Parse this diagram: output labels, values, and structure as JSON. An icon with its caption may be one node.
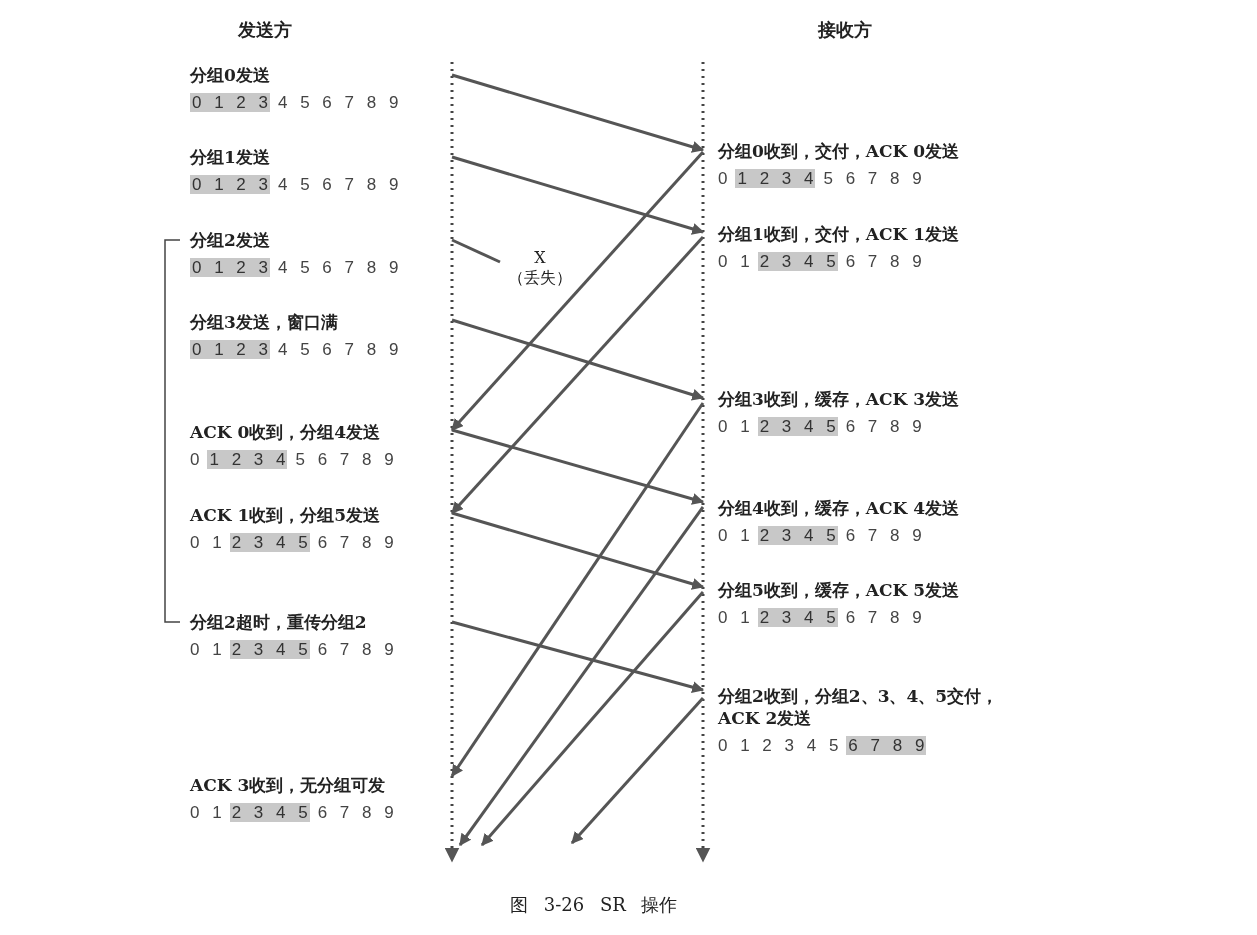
{
  "diagram": {
    "caption": "图 3-26 SR 操作",
    "nodes": [
      {
        "text": [
          "分组0发送",
          "4 5 6 7 8 9"
        ]
      },
      {
        "text": [
          "0 1 2 3"
        ],
        "in": 0
      },
      {
        "text": [
          "分组1发送",
          "4 5 6 7 8 9"
        ]
      },
      {
        "text": [
          "0 1 2 3"
        ],
        "in": 2
      },
      {
        "text": [
          "分组2发送",
          "4 5 6 7 8 9"
        ]
      },
      {
        "text": [
          "0 1 2 3"
        ],
        "in": 4
      },
      {
        "text": [
          "分组3发送，窗口满",
          "4 5 6 7 8 9"
        ]
      },
      {
        "text": [
          "0 1 2 3"
        ],
        "in": 6
      },
      {
        "text": [
          "ACK 0收到，分组4发送",
          "0",
          "5 6 7 8 9"
        ]
      },
      {
        "text": [
          "1 2 3 4"
        ],
        "in": 8
      },
      {
        "text": [
          "ACK 1收到，分组5发送",
          "0 1",
          "6 7 8 9"
        ]
      },
      {
        "text": [
          "2 3 4 5"
        ],
        "in": 10
      },
      {
        "text": [
          "分组2超时，重传分组2",
          "0 1",
          "6 7 8 9"
        ]
      },
      {
        "text": [
          "2 3 4 5"
        ],
        "in": 12
      },
      {
        "text": [
          "ACK 3收到，无分组可发",
          "0 1",
          "6 7 8 9"
        ]
      },
      {
        "text": [
          "2 3 4 5"
        ],
        "in": 14
      },
      {
        "text": [
          "X",
          "（丢失）"
        ]
      },
      {
        "text": [
          "分组0收到，交付，ACK 0发送",
          "0",
          "5 6 7 8 9"
        ]
      },
      {
        "text": [
          "1 2 3 4"
        ],
        "in": 17
      },
      {
        "text": [
          "分组1收到，交付，ACK 1发送",
          "0 1",
          "6 7 8 9"
        ]
      },
      {
        "text": [
          "2 3 4 5"
        ],
        "in": 19
      },
      {
        "text": [
          "分组3收到，缓存，ACK 3发送",
          "0 1",
          "6 7 8 9"
        ]
      },
      {
        "text": [
          "2 3 4 5"
        ],
        "in": 21
      },
      {
        "text": [
          "分组4收到，缓存，ACK 4发送",
          "0 1",
          "6 7 8 9"
        ]
      },
      {
        "text": [
          "2 3 4 5"
        ],
        "in": 23
      },
      {
        "text": [
          "分组5收到，缓存，ACK 5发送",
          "0 1",
          "6 7 8 9"
        ]
      },
      {
        "text": [
          "2 3 4 5"
        ],
        "in": 25
      },
      {
        "text": [
          "分组2收到，分组2、3、4、5交付，ACK 2发送",
          "0 1 2 3 4 5"
        ]
      },
      {
        "text": [
          "6 7 8 9"
        ],
        "in": 27
      }
    ],
    "edges": [
      {
        "from": 0,
        "to": 17,
        "arrow": "to"
      },
      {
        "from": 2,
        "to": 19,
        "arrow": "to"
      },
      {
        "from": 4,
        "to": 16,
        "arrow": "none"
      },
      {
        "from": 17,
        "to": 8,
        "arrow": "to"
      },
      {
        "from": 6,
        "to": 21,
        "arrow": "to"
      },
      {
        "from": 19,
        "to": 10,
        "arrow": "to"
      },
      {
        "from": 8,
        "to": 23,
        "arrow": "to"
      },
      {
        "from": 10,
        "to": 25,
        "arrow": "to"
      },
      {
        "from": 12,
        "to": 27,
        "arrow": "to"
      },
      {
        "from": 21,
        "to": 14,
        "arrow": "to"
      },
      {
        "from": 23,
        "to": null,
        "arrow": "to"
      },
      {
        "from": 25,
        "to": null,
        "arrow": "to"
      },
      {
        "from": 27,
        "to": null,
        "arrow": "to"
      }
    ],
    "labels": [
      "发送方",
      "接收方"
    ]
  }
}
